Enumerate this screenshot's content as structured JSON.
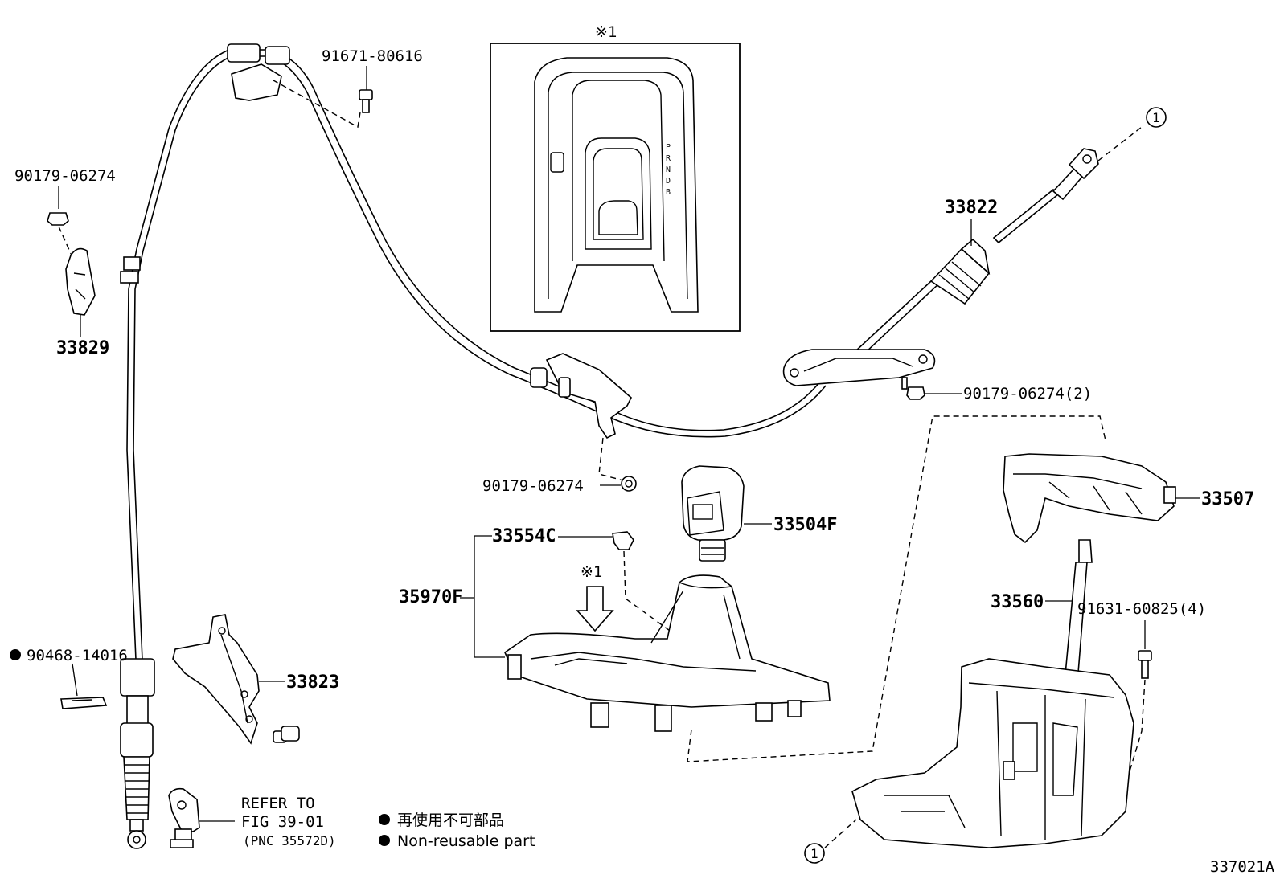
{
  "diagram": {
    "figure_code": "337021A",
    "callouts": {
      "c1": "91671-80616",
      "c2": "90179-06274",
      "c3": "33829",
      "c4": "33822",
      "c5": "90179-06274(2)",
      "c6": "90179-06274",
      "c7": "33507",
      "c8": "33504F",
      "c9": "33554C",
      "c10": "35970F",
      "c11": "33560",
      "c12": "91631-60825(4)",
      "c13": "90468-14016",
      "c14": "33823"
    },
    "refer": {
      "line1": "REFER TO",
      "line2": "FIG 39-01",
      "line3": "(PNC 35572D)"
    },
    "legend": {
      "jp": "再使用不可部品",
      "en": "Non-reusable part"
    },
    "note_mark": "※1",
    "circle_ref": "1",
    "shift_letters": [
      "P",
      "R",
      "N",
      "D",
      "B"
    ]
  }
}
